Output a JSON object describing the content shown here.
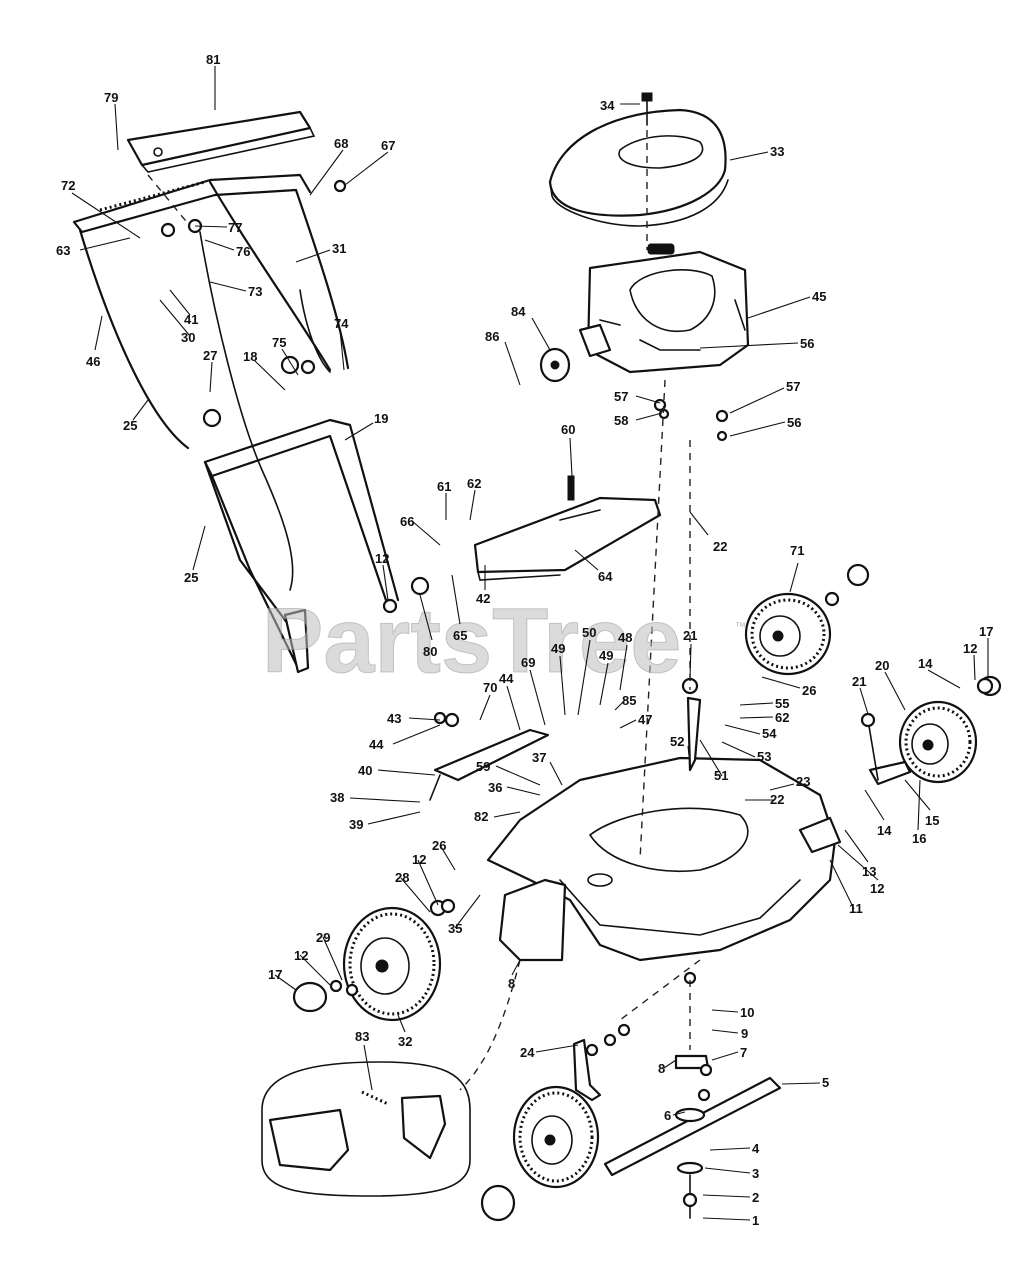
{
  "watermark": {
    "text": "PartsTree",
    "trademark": "™"
  },
  "callouts": [
    {
      "id": "81",
      "label": "81"
    },
    {
      "id": "79",
      "label": "79"
    },
    {
      "id": "68",
      "label": "68"
    },
    {
      "id": "67",
      "label": "67"
    },
    {
      "id": "72",
      "label": "72"
    },
    {
      "id": "63",
      "label": "63"
    },
    {
      "id": "77",
      "label": "77"
    },
    {
      "id": "76",
      "label": "76"
    },
    {
      "id": "31",
      "label": "31"
    },
    {
      "id": "73",
      "label": "73"
    },
    {
      "id": "41",
      "label": "41"
    },
    {
      "id": "30",
      "label": "30"
    },
    {
      "id": "46",
      "label": "46"
    },
    {
      "id": "74",
      "label": "74"
    },
    {
      "id": "27",
      "label": "27"
    },
    {
      "id": "18",
      "label": "18"
    },
    {
      "id": "75",
      "label": "75"
    },
    {
      "id": "25a",
      "label": "25"
    },
    {
      "id": "19",
      "label": "19"
    },
    {
      "id": "25b",
      "label": "25"
    },
    {
      "id": "34",
      "label": "34"
    },
    {
      "id": "33",
      "label": "33"
    },
    {
      "id": "45",
      "label": "45"
    },
    {
      "id": "84",
      "label": "84"
    },
    {
      "id": "86",
      "label": "86"
    },
    {
      "id": "56a",
      "label": "56"
    },
    {
      "id": "57a",
      "label": "57"
    },
    {
      "id": "58",
      "label": "58"
    },
    {
      "id": "57b",
      "label": "57"
    },
    {
      "id": "56b",
      "label": "56"
    },
    {
      "id": "60",
      "label": "60"
    },
    {
      "id": "61",
      "label": "61"
    },
    {
      "id": "62a",
      "label": "62"
    },
    {
      "id": "66",
      "label": "66"
    },
    {
      "id": "22a",
      "label": "22"
    },
    {
      "id": "64",
      "label": "64"
    },
    {
      "id": "42",
      "label": "42"
    },
    {
      "id": "12a",
      "label": "12"
    },
    {
      "id": "80",
      "label": "80"
    },
    {
      "id": "65",
      "label": "65"
    },
    {
      "id": "71",
      "label": "71"
    },
    {
      "id": "21a",
      "label": "21"
    },
    {
      "id": "50",
      "label": "50"
    },
    {
      "id": "48",
      "label": "48"
    },
    {
      "id": "49a",
      "label": "49"
    },
    {
      "id": "49b",
      "label": "49"
    },
    {
      "id": "69",
      "label": "69"
    },
    {
      "id": "70",
      "label": "70"
    },
    {
      "id": "44a",
      "label": "44"
    },
    {
      "id": "85",
      "label": "85"
    },
    {
      "id": "26a",
      "label": "26"
    },
    {
      "id": "17a",
      "label": "17"
    },
    {
      "id": "12b",
      "label": "12"
    },
    {
      "id": "14a",
      "label": "14"
    },
    {
      "id": "20",
      "label": "20"
    },
    {
      "id": "55",
      "label": "55"
    },
    {
      "id": "62b",
      "label": "62"
    },
    {
      "id": "43",
      "label": "43"
    },
    {
      "id": "44b",
      "label": "44"
    },
    {
      "id": "47",
      "label": "47"
    },
    {
      "id": "54",
      "label": "54"
    },
    {
      "id": "21b",
      "label": "21"
    },
    {
      "id": "53",
      "label": "53"
    },
    {
      "id": "52",
      "label": "52"
    },
    {
      "id": "51",
      "label": "51"
    },
    {
      "id": "37",
      "label": "37"
    },
    {
      "id": "40",
      "label": "40"
    },
    {
      "id": "59",
      "label": "59"
    },
    {
      "id": "36",
      "label": "36"
    },
    {
      "id": "22b",
      "label": "22"
    },
    {
      "id": "23",
      "label": "23"
    },
    {
      "id": "38",
      "label": "38"
    },
    {
      "id": "39",
      "label": "39"
    },
    {
      "id": "82",
      "label": "82"
    },
    {
      "id": "16",
      "label": "16"
    },
    {
      "id": "15",
      "label": "15"
    },
    {
      "id": "14b",
      "label": "14"
    },
    {
      "id": "13",
      "label": "13"
    },
    {
      "id": "12c",
      "label": "12"
    },
    {
      "id": "11",
      "label": "11"
    },
    {
      "id": "26b",
      "label": "26"
    },
    {
      "id": "12d",
      "label": "12"
    },
    {
      "id": "28",
      "label": "28"
    },
    {
      "id": "35",
      "label": "35"
    },
    {
      "id": "29",
      "label": "29"
    },
    {
      "id": "17b",
      "label": "17"
    },
    {
      "id": "12e",
      "label": "12"
    },
    {
      "id": "32",
      "label": "32"
    },
    {
      "id": "8",
      "label": "8"
    },
    {
      "id": "10",
      "label": "10"
    },
    {
      "id": "9",
      "label": "9"
    },
    {
      "id": "24",
      "label": "24"
    },
    {
      "id": "7",
      "label": "7"
    },
    {
      "id": "8b",
      "label": "8"
    },
    {
      "id": "83",
      "label": "83"
    },
    {
      "id": "5",
      "label": "5"
    },
    {
      "id": "6",
      "label": "6"
    },
    {
      "id": "4",
      "label": "4"
    },
    {
      "id": "3",
      "label": "3"
    },
    {
      "id": "2",
      "label": "2"
    },
    {
      "id": "1",
      "label": "1"
    }
  ]
}
